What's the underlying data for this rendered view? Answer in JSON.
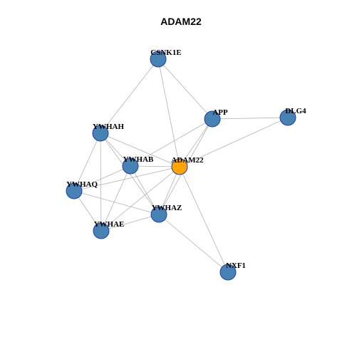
{
  "title": "ADAM22",
  "colors": {
    "default_node": "#4682B4",
    "highlight_node": "#FFA500",
    "node_border": "#1E3FA8",
    "edge": "#B3B3B3"
  },
  "nodes": [
    {
      "id": "CSNK1E",
      "label": "CSNK1E",
      "highlight": false
    },
    {
      "id": "APP",
      "label": "APP",
      "highlight": false
    },
    {
      "id": "DLG4",
      "label": "DLG4",
      "highlight": false
    },
    {
      "id": "YWHAH",
      "label": "YWHAH",
      "highlight": false
    },
    {
      "id": "YWHAB",
      "label": "YWHAB",
      "highlight": false
    },
    {
      "id": "ADAM22",
      "label": "ADAM22",
      "highlight": true
    },
    {
      "id": "YWHAQ",
      "label": "YWHAQ",
      "highlight": false
    },
    {
      "id": "YWHAZ",
      "label": "YWHAZ",
      "highlight": false
    },
    {
      "id": "YWHAE",
      "label": "YWHAE",
      "highlight": false
    },
    {
      "id": "NXF1",
      "label": "NXF1",
      "highlight": false
    }
  ],
  "edges": [
    [
      "CSNK1E",
      "YWHAH"
    ],
    [
      "CSNK1E",
      "APP"
    ],
    [
      "CSNK1E",
      "ADAM22"
    ],
    [
      "APP",
      "DLG4"
    ],
    [
      "APP",
      "ADAM22"
    ],
    [
      "APP",
      "YWHAB"
    ],
    [
      "APP",
      "YWHAZ"
    ],
    [
      "DLG4",
      "ADAM22"
    ],
    [
      "YWHAH",
      "YWHAB"
    ],
    [
      "YWHAH",
      "ADAM22"
    ],
    [
      "YWHAH",
      "YWHAQ"
    ],
    [
      "YWHAH",
      "YWHAE"
    ],
    [
      "YWHAH",
      "YWHAZ"
    ],
    [
      "YWHAB",
      "ADAM22"
    ],
    [
      "YWHAB",
      "YWHAQ"
    ],
    [
      "YWHAB",
      "YWHAE"
    ],
    [
      "YWHAB",
      "YWHAZ"
    ],
    [
      "ADAM22",
      "YWHAQ"
    ],
    [
      "ADAM22",
      "YWHAZ"
    ],
    [
      "ADAM22",
      "YWHAE"
    ],
    [
      "ADAM22",
      "NXF1"
    ],
    [
      "YWHAQ",
      "YWHAE"
    ],
    [
      "YWHAQ",
      "YWHAZ"
    ],
    [
      "YWHAZ",
      "YWHAE"
    ],
    [
      "YWHAZ",
      "NXF1"
    ]
  ]
}
